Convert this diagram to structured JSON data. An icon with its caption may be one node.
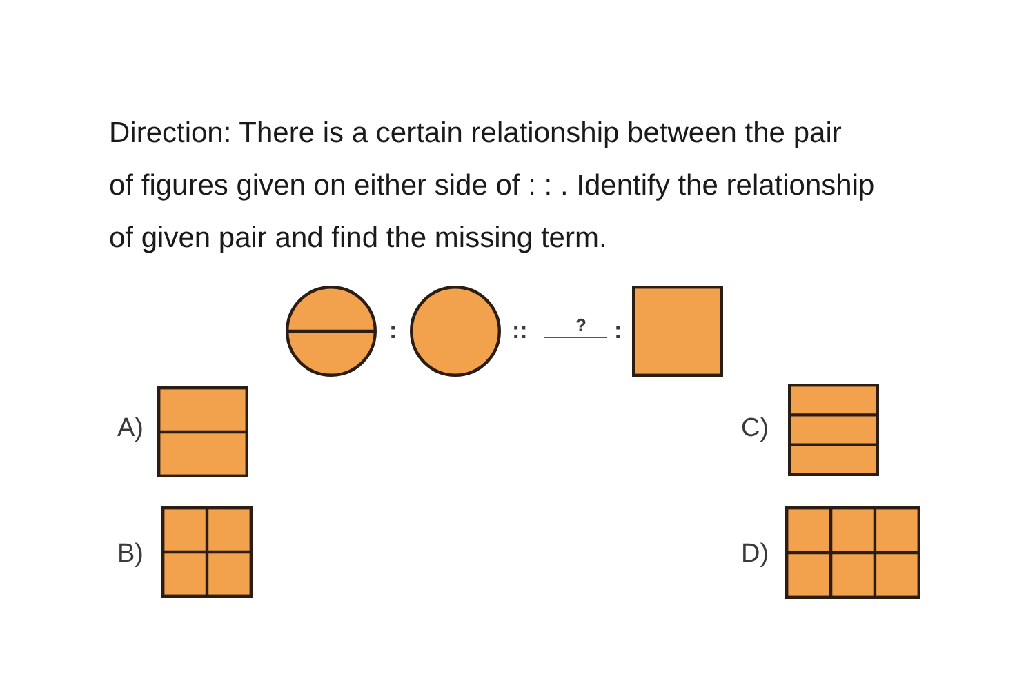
{
  "diagram": {
    "nodes": [
      {
        "text": [],
        "shape": "circle"
      },
      {
        "text": [],
        "shape": "circle"
      },
      {
        "text": [],
        "shape": "box"
      },
      {
        "text": [],
        "shape": "box",
        "beside": [
          "A)"
        ]
      },
      {
        "text": [],
        "shape": "box",
        "beside": [
          "C)"
        ]
      },
      {
        "text": [],
        "shape": "box",
        "beside": [
          "B)"
        ]
      },
      {
        "text": [],
        "shape": "box",
        "beside": [
          "D)"
        ]
      }
    ],
    "labels": [
      "Direction: There is a certain relationship between the pair of figures given on either side of : : . Identify the relationship of given pair and find the missing term.",
      ":",
      "::",
      "?",
      ":"
    ]
  }
}
